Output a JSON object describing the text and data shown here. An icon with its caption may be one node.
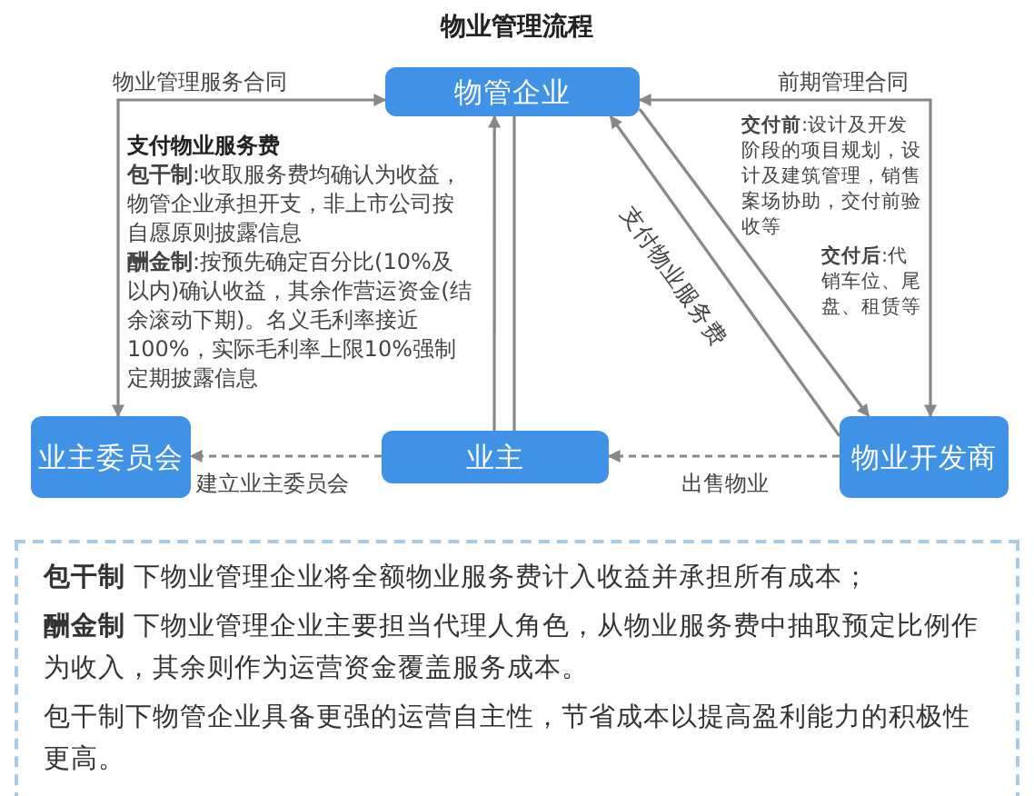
{
  "diagram": {
    "title": "物业管理流程",
    "nodes": [
      {
        "text": [
          "物管企业"
        ]
      },
      {
        "text": [
          "业主委员会"
        ]
      },
      {
        "text": [
          "业主"
        ]
      },
      {
        "text": [
          "物业开发商"
        ]
      },
      {
        "text": [
          "**包干制** 下物业管理企业将全额物业服务费计入收益并承担所有成本；",
          "**酬金制** 下物业管理企业主要担当代理人角色，从物业服务费中抽取预定比例作为收入，其余则作为运营资金覆盖服务成本。",
          "包干制下物管企业具备更强的运营自主性，节省成本以提高盈利能力的积极性更高。"
        ]
      }
    ],
    "edges": [
      {
        "from": 1,
        "to": 0,
        "arrow": "both",
        "label": "物业管理服务合同"
      },
      {
        "from": 3,
        "to": 0,
        "arrow": "both",
        "label": "前期管理合同"
      },
      {
        "from": 2,
        "to": 0,
        "arrow": "to"
      },
      {
        "from": 0,
        "to": 2,
        "arrow": "none"
      },
      {
        "from": 0,
        "to": 3,
        "arrow": "to"
      },
      {
        "from": 3,
        "to": 0,
        "arrow": "to",
        "label": "支付物业服务费"
      },
      {
        "from": 2,
        "to": 1,
        "arrow": "to",
        "style": "dashed",
        "label": "建立业主委员会"
      },
      {
        "from": 3,
        "to": 2,
        "arrow": "to",
        "style": "dashed",
        "label": "出售物业"
      }
    ],
    "labels": [
      "支付物业服务费",
      "**包干制**:收取服务费均确认为收益，物管企业承担开支，非上市公司按自愿原则披露信息",
      "**酬金制**:按预先确定百分比(10%及以内)确认收益，其余作营运资金(结余滚动下期)。名义毛利率接近100%，实际毛利率上限10%强制定期披露信息",
      "**交付前**:设计及开发阶段的项目规划，设计及建筑管理，销售案场协助，交付前验收等",
      "**交付后**:代销车位、尾盘、租赁等"
    ]
  }
}
